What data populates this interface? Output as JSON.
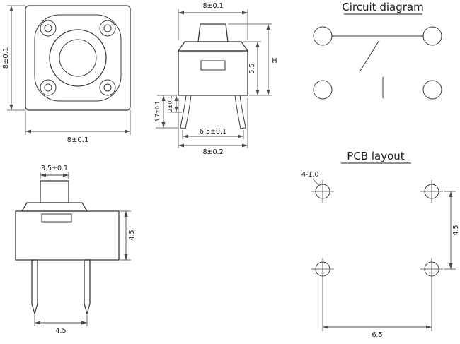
{
  "colors": {
    "line": "#3a3a3a",
    "dimension": "#4a4a4a",
    "text": "#1c1c1c",
    "background": "#ffffff"
  },
  "top_view": {
    "dim_height": "8±0.1",
    "dim_width": "8±0.1"
  },
  "side_view": {
    "dim_width_top": "8±0.1",
    "dim_body_height": "5.5",
    "dim_total_height": "H",
    "dim_pin_len": "3.7±0.1",
    "dim_pin_shoulder": "2±0.1",
    "dim_pin_pitch": "6.5±0.1",
    "dim_base_width": "8±0.2"
  },
  "circuit_diagram": {
    "title": "Circuit diagram"
  },
  "front_view": {
    "dim_button_width": "3.5±0.1",
    "dim_body_height": "4.5",
    "dim_pin_pitch": "4.5"
  },
  "pcb_layout": {
    "title": "PCB layout",
    "hole_spec": "4-1.0",
    "dim_vertical": "4.5",
    "dim_horizontal": "6.5"
  }
}
